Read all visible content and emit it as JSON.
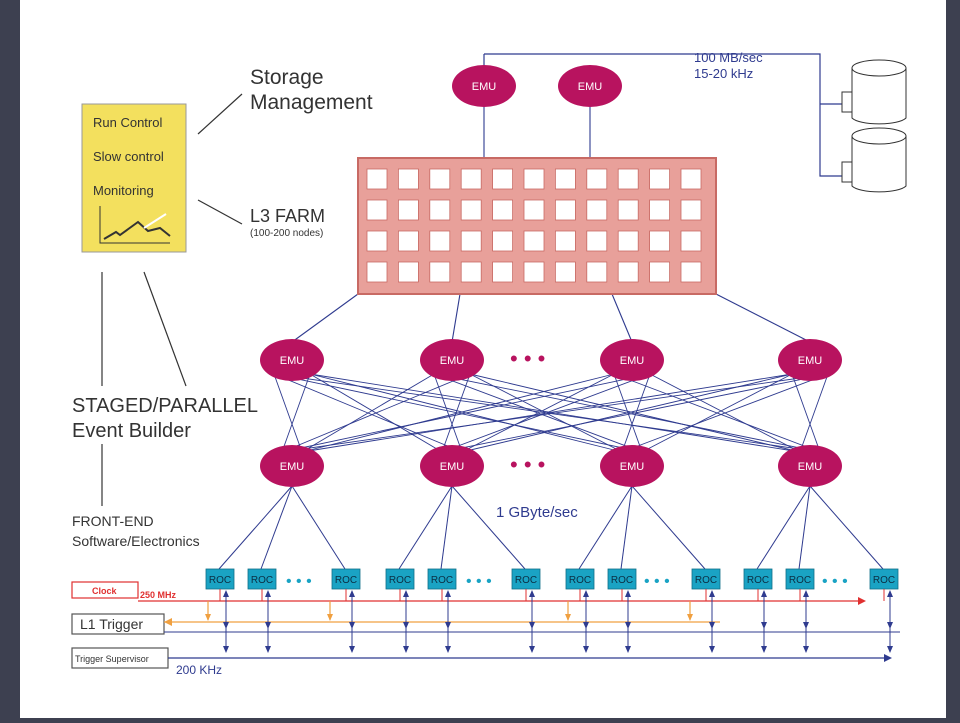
{
  "labels": {
    "storage": "Storage",
    "management": "Management",
    "l3_farm": "L3 FARM",
    "l3_nodes": "(100-200 nodes)",
    "staged_parallel": "STAGED/PARALLEL",
    "event_builder": "Event Builder",
    "front_end": "FRONT-END",
    "software_electronics": "Software/Electronics",
    "rate_mb": "100 MB/sec",
    "rate_khz": "15-20 kHz",
    "gbyte": "1 GByte/sec",
    "clock": "Clock",
    "mhz": "250 MHz",
    "l1_trigger": "L1 Trigger",
    "trigger_supervisor": "Trigger Supervisor",
    "khz200": "200 KHz"
  },
  "control_box": {
    "items": [
      "Run Control",
      "Slow control",
      "Monitoring"
    ]
  },
  "node_labels": {
    "emu": "EMU",
    "roc": "ROC"
  },
  "ellipsis": "• • •",
  "colors": {
    "emu": "#b8135f",
    "farm": "#e8a09a",
    "farm_border": "#c86a64",
    "roc": "#1aa3c4",
    "line": "#2f3b8f",
    "control_box": "#f3e05e",
    "clock_red": "#e03030",
    "trigger_orange": "#f0a040",
    "background": "#3d4050"
  }
}
